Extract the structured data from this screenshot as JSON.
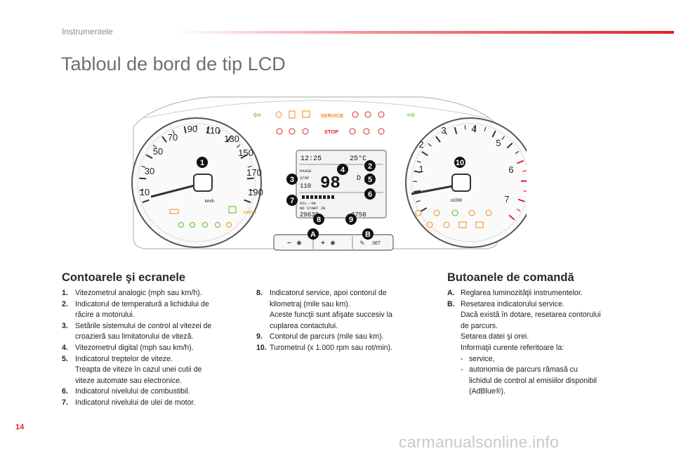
{
  "header": {
    "section": "Instrumentele",
    "title": "Tabloul de bord de tip LCD"
  },
  "dashboard": {
    "speedo_labels": [
      "10",
      "30",
      "50",
      "70",
      "90",
      "110",
      "130",
      "150",
      "170",
      "190"
    ],
    "speedo_unit": "km/h",
    "tacho_labels": [
      "1",
      "2",
      "3",
      "4",
      "5",
      "6",
      "7"
    ],
    "tacho_unit": "x1000",
    "lcd": {
      "time": "12:25",
      "temp": "25°C",
      "pause": "PAUSE",
      "stop_mode": "STOP",
      "set_speed": "110",
      "speed": "98",
      "gear": "D",
      "gear_num": "2",
      "oil": "OIL--OK",
      "no_start": "NO START IN",
      "odometer": "29638",
      "trip": "2750"
    },
    "warning_service": "SERVICE",
    "warning_stop": "STOP",
    "adblue_tag": "AdBlue",
    "buttons": {
      "minus": "−",
      "plus": "+",
      "set": "SET"
    },
    "callouts": [
      "1",
      "2",
      "3",
      "4",
      "5",
      "6",
      "7",
      "8",
      "9",
      "10",
      "A",
      "B"
    ]
  },
  "left_column": {
    "title": "Contoarele şi ecranele",
    "items": [
      {
        "num": "1.",
        "lines": [
          "Vitezometrul analogic (mph sau km/h)."
        ]
      },
      {
        "num": "2.",
        "lines": [
          "Indicatorul de temperatură a lichidului de",
          "răcire a motorului."
        ]
      },
      {
        "num": "3.",
        "lines": [
          "Setările sistemului de control al vitezei de",
          "croazieră sau limitatorului de viteză."
        ]
      },
      {
        "num": "4.",
        "lines": [
          "Vitezometrul digital (mph sau km/h)."
        ]
      },
      {
        "num": "5.",
        "lines": [
          "Indicatorul treptelor de viteze.",
          "Treapta de viteze în cazul unei cutii de",
          "viteze automate sau electronice."
        ]
      },
      {
        "num": "6.",
        "lines": [
          "Indicatorul nivelului de combustibil."
        ]
      },
      {
        "num": "7.",
        "lines": [
          "Indicatorul nivelului de ulei de motor."
        ]
      }
    ]
  },
  "middle_column": {
    "items": [
      {
        "num": "8.",
        "lines": [
          "Indicatorul service, apoi contorul de",
          "kilometraj (mile sau km).",
          "Aceste funcţii sunt afişate succesiv la",
          "cuplarea contactului."
        ]
      },
      {
        "num": "9.",
        "lines": [
          "Contorul de parcurs (mile sau km)."
        ]
      },
      {
        "num": "10.",
        "lines": [
          "Turometrul (x 1.000 rpm sau rot/min)."
        ]
      }
    ]
  },
  "right_column": {
    "title": "Butoanele de comandă",
    "item_a": {
      "num": "A.",
      "text": "Reglarea luminozităţii instrumentelor."
    },
    "item_b": {
      "num": "B.",
      "lines": [
        "Resetarea indicatorului service.",
        "Dacă există în dotare, resetarea contorului",
        "de parcurs.",
        "Setarea datei şi orei.",
        "Informaţii curente referitoare la:"
      ],
      "dash_items": [
        {
          "dash": "-",
          "lines": [
            "service,"
          ]
        },
        {
          "dash": "-",
          "lines": [
            "autonomia de parcurs rămasă cu",
            "lichidul de control al emisiilor disponibil",
            "(AdBlue®)."
          ]
        }
      ]
    }
  },
  "footer": {
    "page_number": "14",
    "watermark": "carmanualsonline.info"
  },
  "colors": {
    "accent": "#e2202a",
    "warning_orange": "#f08a18",
    "indicator_green": "#5cb82e",
    "tacho_red": "#e2202a"
  }
}
